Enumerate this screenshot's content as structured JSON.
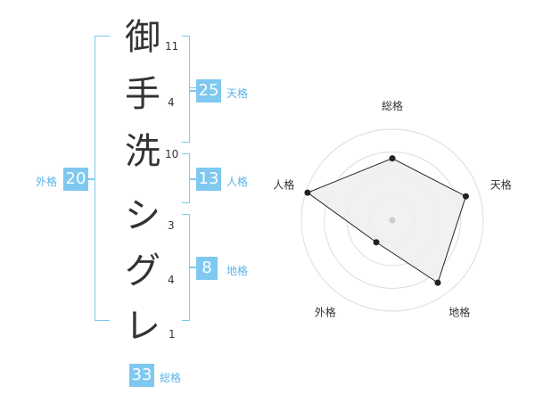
{
  "name": {
    "chars": [
      "御",
      "手",
      "洗",
      "シ",
      "グ",
      "レ"
    ],
    "strokes": [
      "11",
      "4",
      "10",
      "3",
      "4",
      "1"
    ]
  },
  "fortune": {
    "tenkaku": {
      "value": "25",
      "label": "天格"
    },
    "jinkaku": {
      "value": "13",
      "label": "人格"
    },
    "chikaku": {
      "value": "8",
      "label": "地格"
    },
    "gaikaku": {
      "value": "20",
      "label": "外格"
    },
    "soukaku": {
      "value": "33",
      "label": "総格"
    }
  },
  "chart_data": {
    "type": "radar",
    "axes": [
      "総格",
      "天格",
      "地格",
      "外格",
      "人格"
    ],
    "values": [
      0.68,
      0.85,
      0.85,
      0.3,
      0.98
    ],
    "range": [
      0,
      1
    ],
    "rings": 4,
    "colors": {
      "fill": "#efefef",
      "line": "#222222",
      "ring": "#dddddd",
      "center": "#cccccc"
    }
  },
  "colors": {
    "accent": "#7fc8f0",
    "tag_text": "#5ab3e8"
  }
}
